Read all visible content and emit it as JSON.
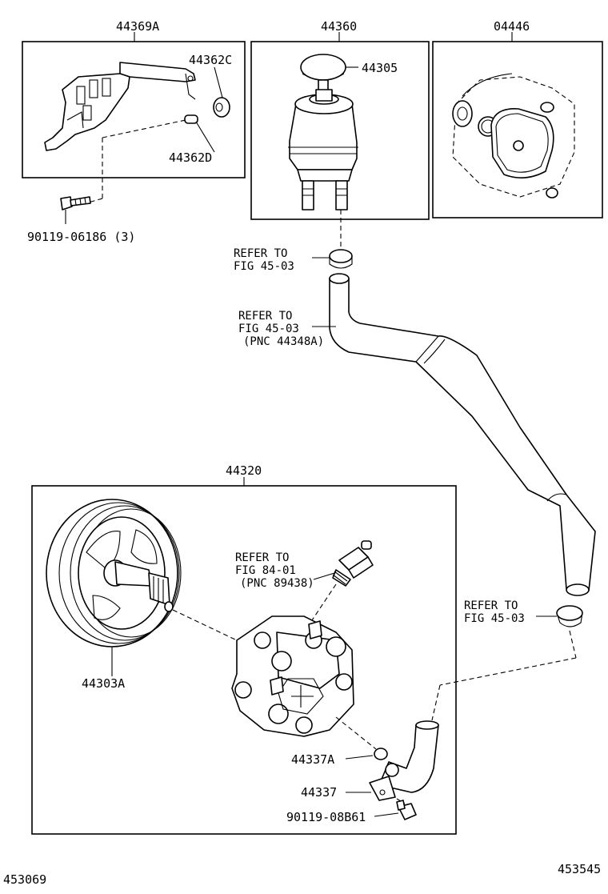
{
  "labels": {
    "bracket_group": "44369A",
    "reservoir_group": "44360",
    "gasket_kit": "04446",
    "cushion": "44362C",
    "collar": "44362D",
    "cap": "44305",
    "bracket_bolt": "90119-06186 (3)",
    "pump_assembly": "44320",
    "pulley": "44303A",
    "o_ring": "44337A",
    "union": "44337",
    "union_bolt": "90119-08B61",
    "footer_left": "453069",
    "footer_right": "453545"
  },
  "refs": {
    "clamp_ref": [
      "REFER TO",
      "FIG 45-03"
    ],
    "hose_ref": [
      "REFER TO",
      "FIG 45-03",
      "(PNC 44348A)"
    ],
    "switch_ref": [
      "REFER TO",
      "FIG 84-01",
      "(PNC 89438)"
    ],
    "lower_clamp_ref": [
      "REFER TO",
      "FIG 45-03"
    ]
  }
}
